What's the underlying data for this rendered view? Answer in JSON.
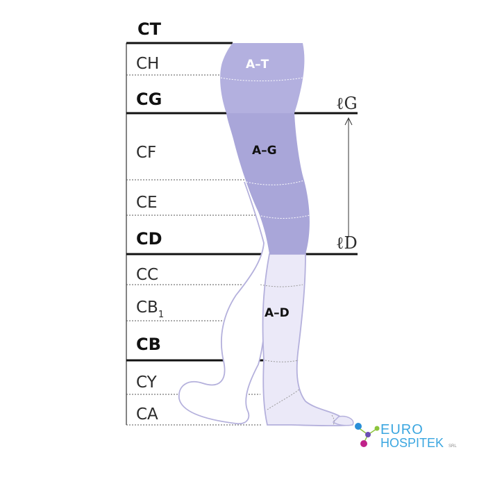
{
  "diagram": {
    "levels": [
      {
        "id": "ct",
        "label": "CT",
        "bold": true
      },
      {
        "id": "ch",
        "label": "CH",
        "bold": false
      },
      {
        "id": "cg",
        "label": "CG",
        "bold": true
      },
      {
        "id": "cf",
        "label": "CF",
        "bold": false
      },
      {
        "id": "ce",
        "label": "CE",
        "bold": false
      },
      {
        "id": "cd",
        "label": "CD",
        "bold": true
      },
      {
        "id": "cc",
        "label": "CC",
        "bold": false
      },
      {
        "id": "cb1",
        "label": "CB",
        "subscript": "1",
        "bold": false
      },
      {
        "id": "cb",
        "label": "CB",
        "bold": true
      },
      {
        "id": "cy",
        "label": "CY",
        "bold": false
      },
      {
        "id": "ca",
        "label": "CA",
        "bold": false
      }
    ],
    "zones": [
      {
        "id": "at",
        "label": "A–T",
        "color": "#ffffff"
      },
      {
        "id": "ag",
        "label": "A–G",
        "color": "#111111"
      },
      {
        "id": "ad",
        "label": "A–D",
        "color": "#111111"
      }
    ],
    "lengths": [
      {
        "id": "lg",
        "label": "ℓG"
      },
      {
        "id": "ld",
        "label": "ℓD"
      }
    ],
    "colors": {
      "thigh_fill": "#a9a6d9",
      "hip_fill": "#b3b0df",
      "stocking_fill": "#ebe9f8",
      "outline": "#b4b0dc",
      "line": "#111111"
    }
  },
  "logo": {
    "line1": "EURO",
    "line2": "HOSPITEK",
    "suffix": "SRL",
    "colors": {
      "text": "#3aa6e0",
      "node_blue": "#2a8fd8",
      "node_magenta": "#c0228a",
      "node_green": "#8cc43c",
      "node_purple": "#6b4fb3"
    }
  }
}
